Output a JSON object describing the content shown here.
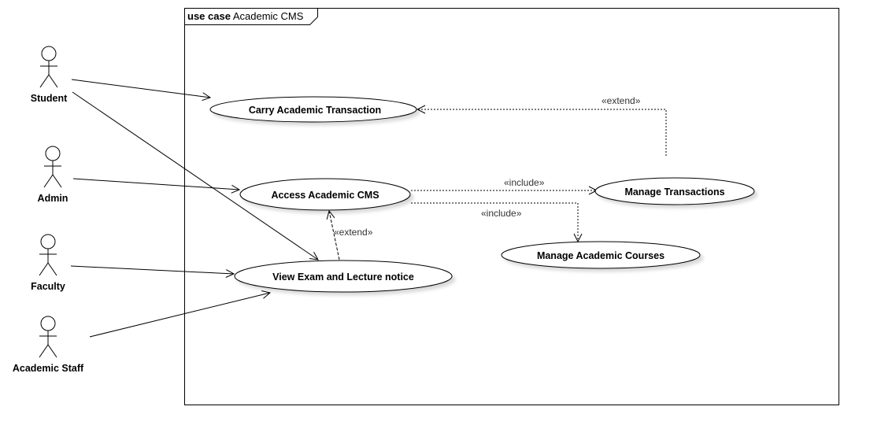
{
  "frame": {
    "keyword": "use case",
    "name": "Academic CMS"
  },
  "actors": [
    {
      "id": "student",
      "name": "Student"
    },
    {
      "id": "admin",
      "name": "Admin"
    },
    {
      "id": "faculty",
      "name": "Faculty"
    },
    {
      "id": "academic-staff",
      "name": "Academic Staff"
    }
  ],
  "use_cases": [
    {
      "id": "carry-academic-transaction",
      "name": "Carry Academic Transaction"
    },
    {
      "id": "access-academic-cms",
      "name": "Access Academic CMS"
    },
    {
      "id": "manage-transactions",
      "name": "Manage Transactions"
    },
    {
      "id": "manage-academic-courses",
      "name": "Manage Academic Courses"
    },
    {
      "id": "view-exam-lecture-notice",
      "name": "View Exam and Lecture notice"
    }
  ],
  "relationships": [
    {
      "from": "Student",
      "to": "Carry Academic Transaction",
      "type": "association"
    },
    {
      "from": "Student",
      "to": "View Exam and Lecture notice",
      "type": "association"
    },
    {
      "from": "Admin",
      "to": "Access Academic CMS",
      "type": "association"
    },
    {
      "from": "Faculty",
      "to": "View Exam and Lecture notice",
      "type": "association"
    },
    {
      "from": "Academic Staff",
      "to": "View Exam and Lecture notice",
      "type": "association"
    },
    {
      "from": "Access Academic CMS",
      "to": "Manage Transactions",
      "type": "include",
      "label": "«include»"
    },
    {
      "from": "Access Academic CMS",
      "to": "Manage Academic Courses",
      "type": "include",
      "label": "«include»"
    },
    {
      "from": "Manage Transactions",
      "to": "Carry Academic Transaction",
      "type": "extend",
      "label": "«extend»"
    },
    {
      "from": "View Exam and Lecture notice",
      "to": "Access Academic CMS",
      "type": "extend",
      "label": "«extend»"
    }
  ]
}
